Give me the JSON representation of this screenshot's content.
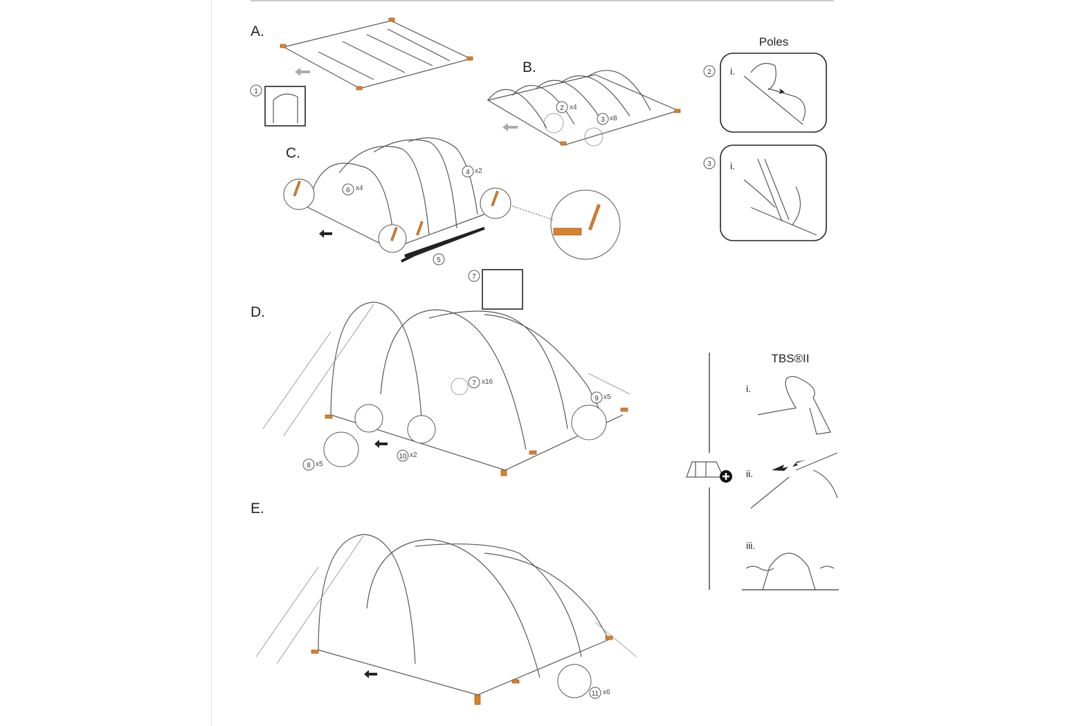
{
  "steps": {
    "a": "A.",
    "b": "B.",
    "c": "C.",
    "d": "D.",
    "e": "E."
  },
  "callouts": [
    {
      "n": "1",
      "mult": ""
    },
    {
      "n": "2",
      "mult": "x4"
    },
    {
      "n": "3",
      "mult": "x8"
    },
    {
      "n": "4",
      "mult": "x2"
    },
    {
      "n": "5",
      "mult": ""
    },
    {
      "n": "6",
      "mult": "x4"
    },
    {
      "n": "7",
      "mult": "x16"
    },
    {
      "n": "8",
      "mult": "x5"
    },
    {
      "n": "9",
      "mult": "x5"
    },
    {
      "n": "10",
      "mult": "x2"
    },
    {
      "n": "11",
      "mult": "x6"
    },
    {
      "n": "7",
      "mult": ""
    }
  ],
  "poles": {
    "title": "Poles",
    "panels": [
      {
        "n": "2",
        "sub": "i."
      },
      {
        "n": "3",
        "sub": "i."
      }
    ]
  },
  "tbs": {
    "title": "TBS®II",
    "subs": [
      "i.",
      "ii.",
      "iii."
    ]
  },
  "colors": {
    "accent": "#d9822b",
    "line": "#555555"
  }
}
